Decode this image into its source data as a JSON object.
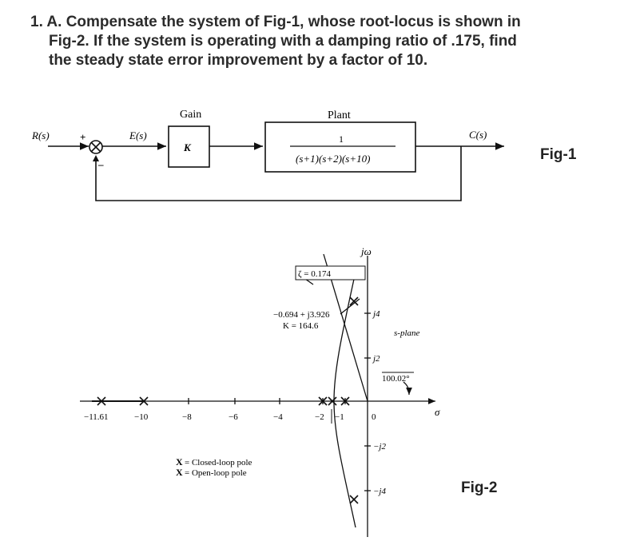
{
  "question": {
    "lines": [
      "1. A. Compensate the system of Fig-1, whose root-locus is shown in",
      "Fig-2. If the system is operating with a damping ratio of .175, find",
      "the steady state error improvement by a factor of 10."
    ]
  },
  "fig1": {
    "label": "Fig-1",
    "gain_title": "Gain",
    "gain_symbol": "K",
    "plant_title": "Plant",
    "plant_numerator": "1",
    "plant_denominator": "(s+1)(s+2)(s+10)",
    "input": "R(s)",
    "error": "E(s)",
    "output": "C(s)",
    "plus_sign": "+",
    "minus_sign": "–"
  },
  "fig2": {
    "label": "Fig-2",
    "jw_label": "jω",
    "sigma_label": "σ",
    "s_plane_label": "s-plane",
    "zeta_label": "ζ = 0.174",
    "point_label": "−0.694 + j3.926",
    "gain_label": "K = 164.6",
    "angle_label": "100.02°",
    "real_ticks": [
      "−11.61",
      "−10",
      "−8",
      "−6",
      "−4",
      "−2",
      "−1",
      "0"
    ],
    "imag_ticks": [
      "j4",
      "j2",
      "−j2",
      "−j4"
    ],
    "legend": [
      {
        "symbol": "X",
        "text": "= Closed-loop pole"
      },
      {
        "symbol": "X",
        "text": "= Open-loop pole"
      }
    ]
  }
}
